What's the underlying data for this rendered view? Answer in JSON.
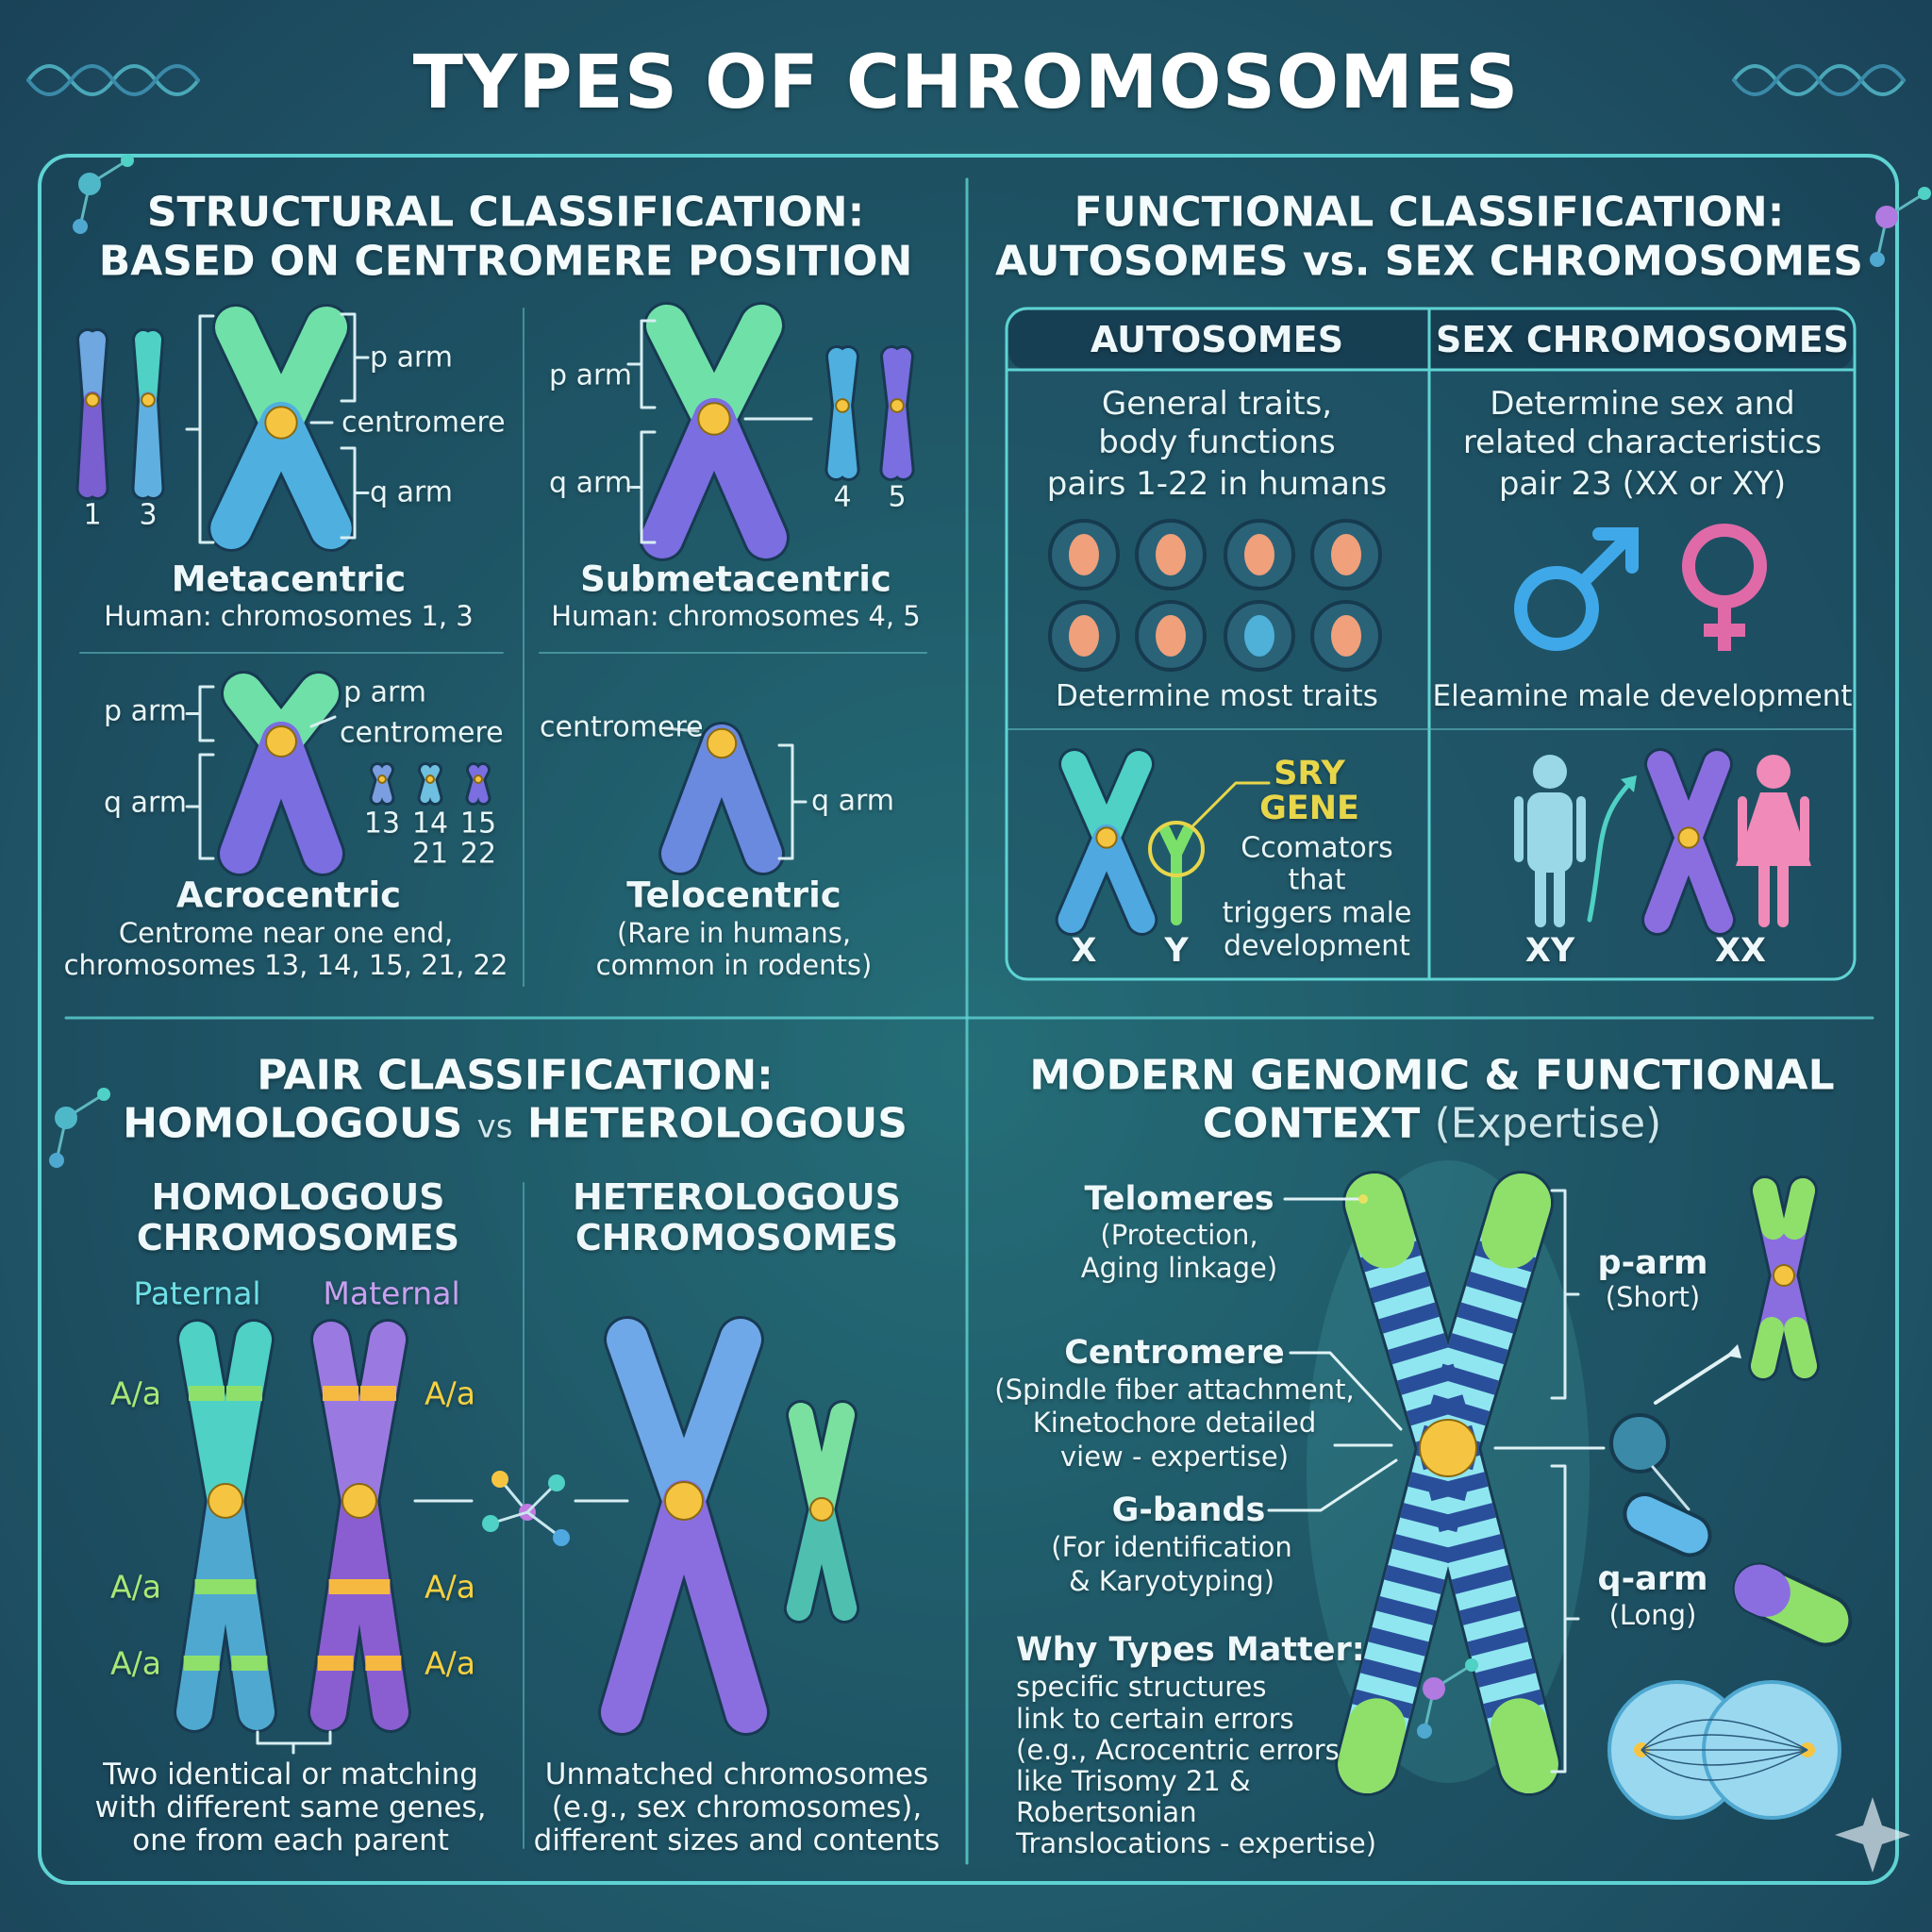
{
  "title": "TYPES OF CHROMOSOMES",
  "colors": {
    "panel_border": "#5fd3d3",
    "teal": "#4fd1c5",
    "green": "#8ee06a",
    "blue": "#4fa8e0",
    "purple": "#8a6ee0",
    "centromere": "#f5c542",
    "paternal": "#6fe0e6",
    "maternal": "#c9a0f0",
    "sry": "#e8d64a",
    "male": "#3fa8e8",
    "female": "#e06aa8"
  },
  "structural": {
    "heading": [
      "STRUCTURAL CLASSIFICATION:",
      "BASED ON CENTROMERE POSITION"
    ],
    "metacentric": {
      "name": "Metacentric",
      "desc": "Human: chromosomes 1, 3",
      "p_arm": "p arm",
      "centromere": "centromere",
      "q_arm": "q arm",
      "numbers": [
        "1",
        "3"
      ]
    },
    "submetacentric": {
      "name": "Submetacentric",
      "desc": "Human: chromosomes 4, 5",
      "p_arm": "p arm",
      "q_arm": "q arm",
      "numbers": [
        "4",
        "5"
      ]
    },
    "acrocentric": {
      "name": "Acrocentric",
      "desc": [
        "Centrome near one end,",
        "chromosomes 13, 14, 15, 21, 22"
      ],
      "p_arm_left": "p arm",
      "q_arm": "q arm",
      "p_arm_right": "p arm",
      "centromere": "centromere",
      "numbers": [
        "13",
        "14",
        "15",
        "21",
        "22"
      ]
    },
    "telocentric": {
      "name": "Telocentric",
      "desc": [
        "(Rare in humans,",
        "common in rodents)"
      ],
      "centromere": "centromere",
      "q_arm": "q arm"
    }
  },
  "functional": {
    "heading": [
      "FUNCTIONAL CLASSIFICATION:",
      "AUTOSOMES vs. SEX CHROMOSOMES"
    ],
    "autosomes": {
      "header": "AUTOSOMES",
      "desc": [
        "General traits,",
        "body functions",
        "pairs 1-22 in humans"
      ],
      "icons": [
        "knee-icon",
        "wrist-icon",
        "fist-icon",
        "shoulder-icon",
        "arm-icon",
        "lung-icon",
        "cell-icon",
        "hand-icon"
      ],
      "caption": "Determine most traits",
      "x_label": "X",
      "y_label": "Y",
      "sry": [
        "SRY",
        "GENE"
      ],
      "sry_desc": [
        "Ccomators",
        "that",
        "triggers male",
        "development"
      ]
    },
    "sex": {
      "header": "SEX CHROMOSOMES",
      "desc": [
        "Determine sex and",
        "related characteristics",
        "pair 23 (XX or XY)"
      ],
      "icons": [
        "male-symbol-icon",
        "female-symbol-icon"
      ],
      "caption": "Eleamine male development",
      "xy_label": "XY",
      "xx_label": "XX"
    }
  },
  "pair": {
    "heading": [
      "PAIR CLASSIFICATION:",
      "HOMOLOGOUS",
      "vs",
      "HETEROLOGOUS"
    ],
    "homologous": {
      "header": [
        "HOMOLOGOUS",
        "CHROMOSOMES"
      ],
      "paternal": "Paternal",
      "maternal": "Maternal",
      "allele": "A/a",
      "caption": [
        "Two identical or matching",
        "with different same genes,",
        "one from each parent"
      ]
    },
    "heterologous": {
      "header": [
        "HETEROLOGOUS",
        "CHROMOSOMES"
      ],
      "caption": [
        "Unmatched chromosomes",
        "(e.g., sex chromosomes),",
        "different sizes and contents"
      ]
    }
  },
  "modern": {
    "heading": [
      "MODERN GENOMIC & FUNCTIONAL",
      "CONTEXT",
      "(Expertise)"
    ],
    "telomeres": {
      "name": "Telomeres",
      "desc": [
        "(Protection,",
        "Aging linkage)"
      ]
    },
    "centromere": {
      "name": "Centromere",
      "desc": [
        "(Spindle fiber attachment,",
        "Kinetochore detailed",
        "view - expertise)"
      ]
    },
    "gbands": {
      "name": "G-bands",
      "desc": [
        "(For identification",
        "& Karyotyping)"
      ]
    },
    "why": {
      "name": "Why Types Matter:",
      "desc": [
        "specific structures",
        "link to certain errors",
        "(e.g., Acrocentric errors",
        "like Trisomy 21 &",
        "Robertsonian",
        "Translocations - expertise)"
      ]
    },
    "p_arm": {
      "name": "p-arm",
      "desc": "(Short)"
    },
    "q_arm": {
      "name": "q-arm",
      "desc": "(Long)"
    }
  }
}
